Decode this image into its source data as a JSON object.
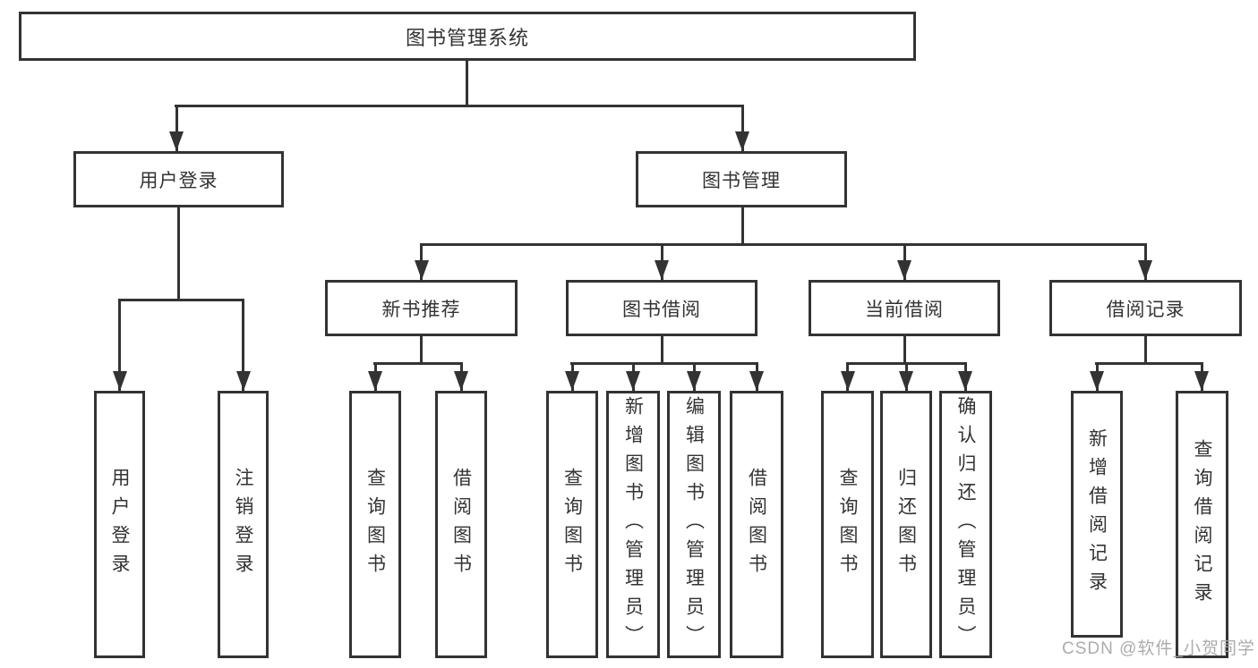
{
  "diagram": {
    "root": {
      "label": "图书管理系统"
    },
    "level2": {
      "user_login": {
        "label": "用户登录"
      },
      "book_mgmt": {
        "label": "图书管理"
      }
    },
    "level3": {
      "new_books": {
        "label": "新书推荐"
      },
      "book_borrow": {
        "label": "图书借阅"
      },
      "current_borrow": {
        "label": "当前借阅"
      },
      "borrow_records": {
        "label": "借阅记录"
      }
    },
    "leaves": {
      "login": [
        "用户登录",
        "注销登录"
      ],
      "recommend": [
        "查询图书",
        "借阅图书"
      ],
      "borrow": [
        "查询图书",
        "新增图书（管理员）",
        "编辑图书（管理员）",
        "借阅图书"
      ],
      "current": [
        "查询图书",
        "归还图书",
        "确认归还（管理员）"
      ],
      "records": [
        "新增借阅记录",
        "查询借阅记录"
      ]
    }
  },
  "watermark": {
    "text": "CSDN @软件_小贺同学"
  },
  "colors": {
    "line": "#333333",
    "text": "#333333",
    "watermark": "#a8a8a8",
    "background": "#ffffff"
  }
}
